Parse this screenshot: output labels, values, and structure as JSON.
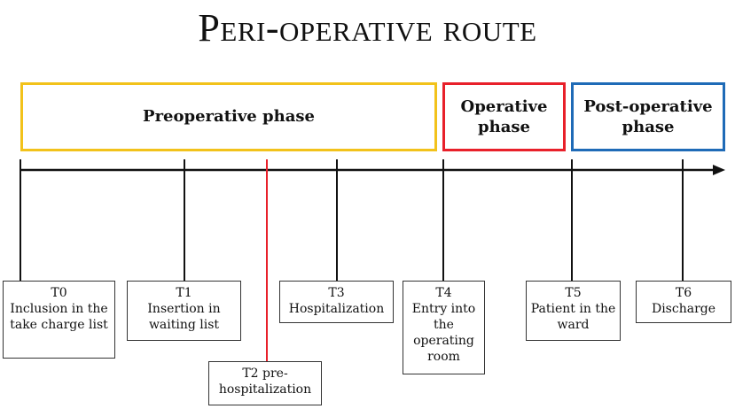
{
  "title": "Peri-operative route",
  "phases": {
    "pre": "Preoperative phase",
    "op": "Operative phase",
    "post": "Post-operative phase"
  },
  "timepoints": [
    {
      "id": "T0",
      "label": "T0",
      "text": "Inclusion in the take charge list"
    },
    {
      "id": "T1",
      "label": "T1",
      "text": "Insertion in waiting list"
    },
    {
      "id": "T2",
      "label": "T2 pre-",
      "text": "hospitalization"
    },
    {
      "id": "T3",
      "label": "T3",
      "text": "Hospitalization"
    },
    {
      "id": "T4",
      "label": "T4",
      "text": "Entry into the operating room"
    },
    {
      "id": "T5",
      "label": "T5",
      "text": "Patient in the ward"
    },
    {
      "id": "T6",
      "label": "T6",
      "text": "Discharge"
    }
  ],
  "colors": {
    "pre": "#f2c21b",
    "op": "#e8202a",
    "post": "#1f6bb7",
    "t2_line": "#e8202a"
  }
}
